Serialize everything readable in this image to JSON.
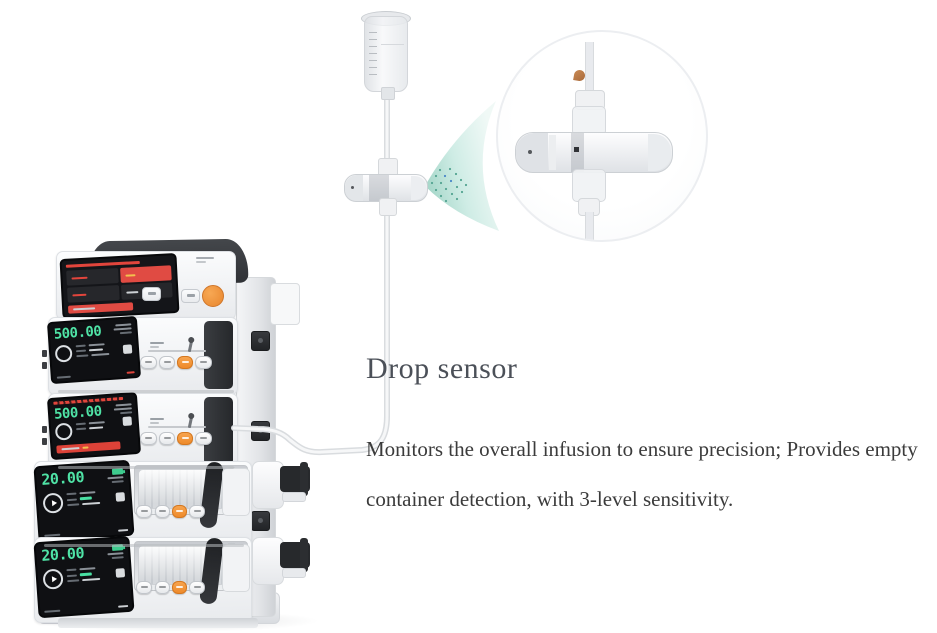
{
  "feature": {
    "title": "Drop sensor",
    "description": "Monitors the overall infusion to ensure precision; Provides empty container detection, with 3-level sensitivity."
  },
  "stack": {
    "modules": [
      {
        "id": "dock",
        "kind": "docking-station"
      },
      {
        "id": "infusion-pump-1",
        "kind": "infusion-pump",
        "display_value": "500.00"
      },
      {
        "id": "infusion-pump-2",
        "kind": "infusion-pump",
        "display_value": "500.00",
        "alarm": true
      },
      {
        "id": "syringe-pump-1",
        "kind": "syringe-pump",
        "display_value": "20.00"
      },
      {
        "id": "syringe-pump-2",
        "kind": "syringe-pump",
        "display_value": "20.00"
      }
    ]
  },
  "colors": {
    "display_green": "#4fe3a6",
    "accent_orange": "#ee8a2b",
    "alarm_red": "#e2453c",
    "beam_teal": "#bfe3da",
    "drop_indicator_orange": "#b5713f",
    "heading_text": "#4b5058",
    "body_text": "#3b3b3b"
  }
}
